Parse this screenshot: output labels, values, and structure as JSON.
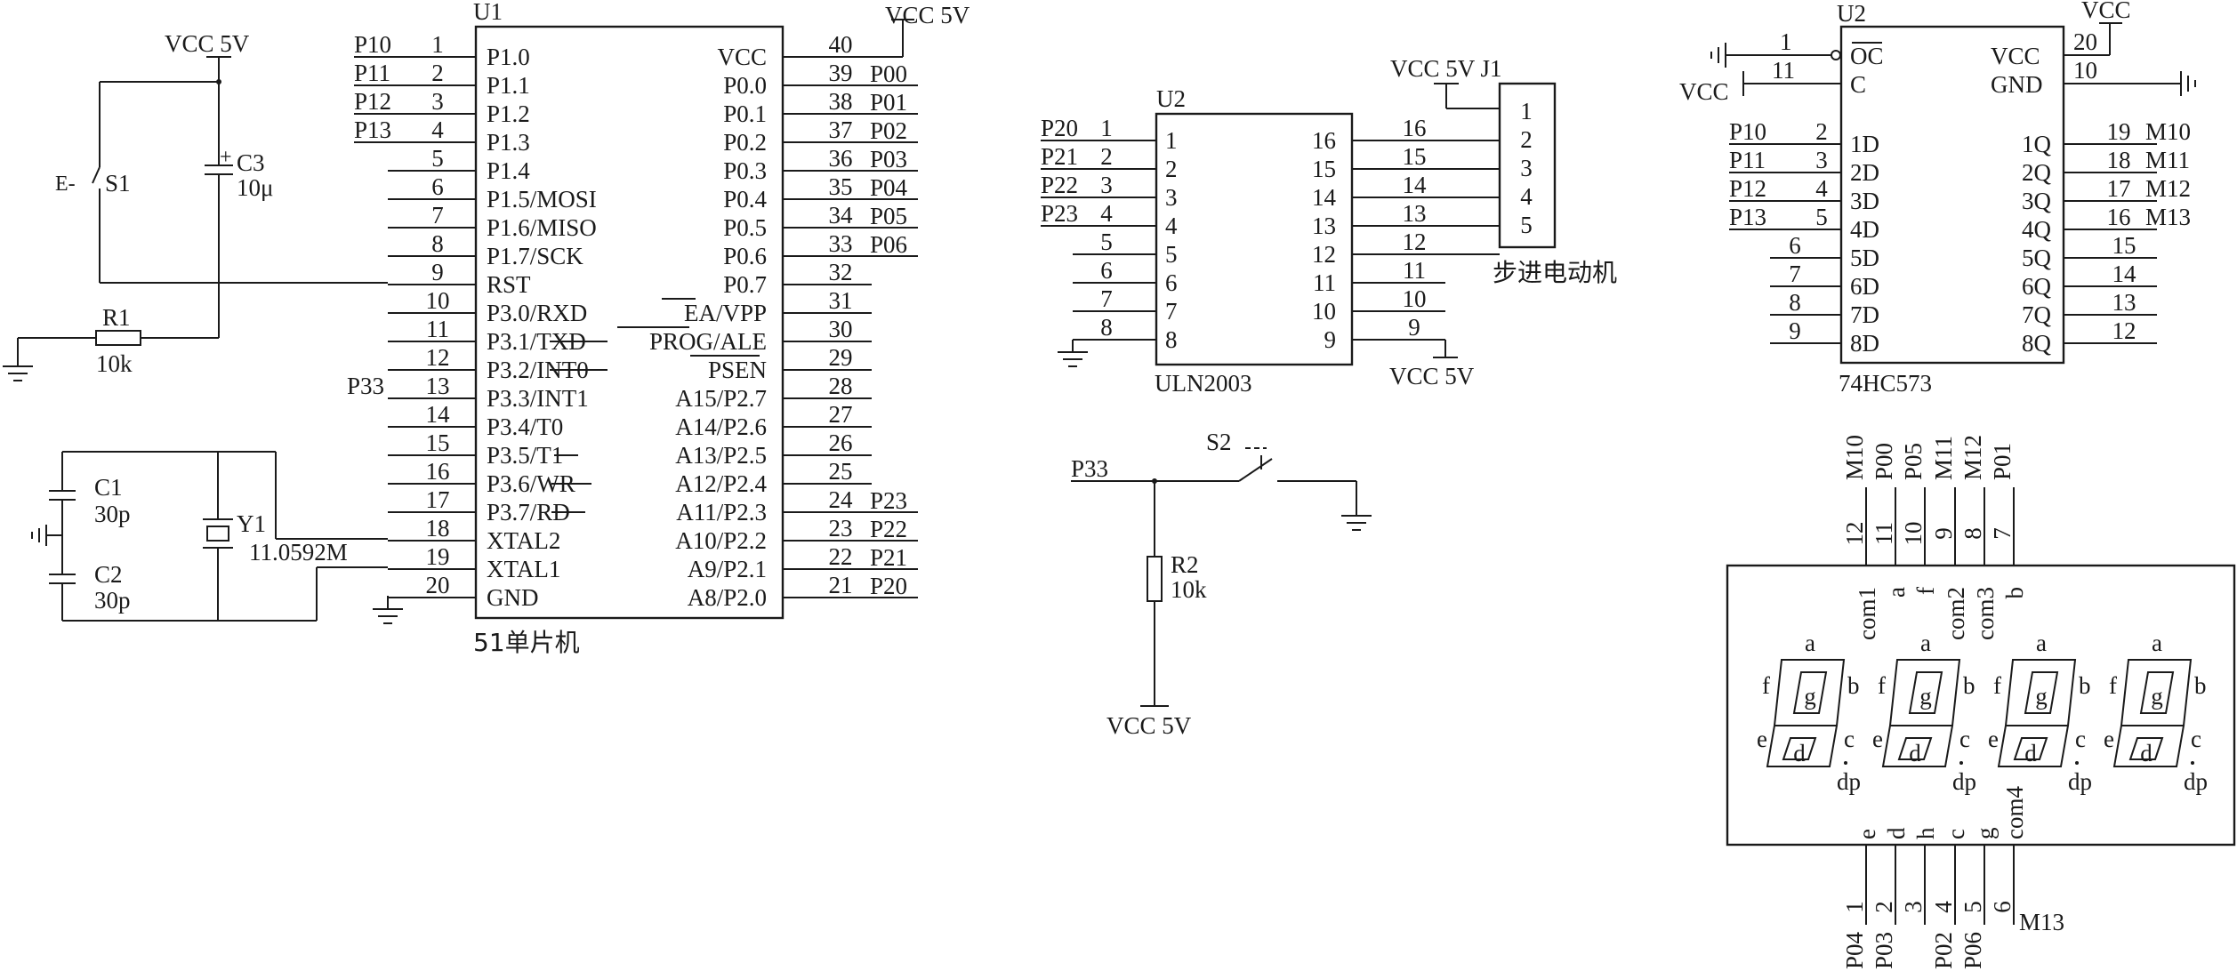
{
  "u1": {
    "ref": "U1",
    "name": "51单片机",
    "left_pins": [
      {
        "num": "1",
        "fn": "P1.0",
        "net": "P10"
      },
      {
        "num": "2",
        "fn": "P1.1",
        "net": "P11"
      },
      {
        "num": "3",
        "fn": "P1.2",
        "net": "P12"
      },
      {
        "num": "4",
        "fn": "P1.3",
        "net": "P13"
      },
      {
        "num": "5",
        "fn": "P1.4",
        "net": ""
      },
      {
        "num": "6",
        "fn": "P1.5/MOSI",
        "net": ""
      },
      {
        "num": "7",
        "fn": "P1.6/MISO",
        "net": ""
      },
      {
        "num": "8",
        "fn": "P1.7/SCK",
        "net": ""
      },
      {
        "num": "9",
        "fn": "RST",
        "net": ""
      },
      {
        "num": "10",
        "fn": "P3.0/RXD",
        "net": ""
      },
      {
        "num": "11",
        "fn": "P3.1/TXD",
        "net": ""
      },
      {
        "num": "12",
        "fn": "P3.2/INT0",
        "net": ""
      },
      {
        "num": "13",
        "fn": "P3.3/INT1",
        "net": "P33"
      },
      {
        "num": "14",
        "fn": "P3.4/T0",
        "net": ""
      },
      {
        "num": "15",
        "fn": "P3.5/T1",
        "net": ""
      },
      {
        "num": "16",
        "fn": "P3.6/WR",
        "net": ""
      },
      {
        "num": "17",
        "fn": "P3.7/RD",
        "net": ""
      },
      {
        "num": "18",
        "fn": "XTAL2",
        "net": ""
      },
      {
        "num": "19",
        "fn": "XTAL1",
        "net": ""
      },
      {
        "num": "20",
        "fn": "GND",
        "net": ""
      }
    ],
    "right_pins": [
      {
        "num": "40",
        "fn": "VCC",
        "net": "VCC 5V"
      },
      {
        "num": "39",
        "fn": "P0.0",
        "net": "P00"
      },
      {
        "num": "38",
        "fn": "P0.1",
        "net": "P01"
      },
      {
        "num": "37",
        "fn": "P0.2",
        "net": "P02"
      },
      {
        "num": "36",
        "fn": "P0.3",
        "net": "P03"
      },
      {
        "num": "35",
        "fn": "P0.4",
        "net": "P04"
      },
      {
        "num": "34",
        "fn": "P0.5",
        "net": "P05"
      },
      {
        "num": "33",
        "fn": "P0.6",
        "net": "P06"
      },
      {
        "num": "32",
        "fn": "P0.7",
        "net": ""
      },
      {
        "num": "31",
        "fn": "EA/VPP",
        "net": ""
      },
      {
        "num": "30",
        "fn": "PROG/ALE",
        "net": ""
      },
      {
        "num": "29",
        "fn": "PSEN",
        "net": ""
      },
      {
        "num": "28",
        "fn": "A15/P2.7",
        "net": ""
      },
      {
        "num": "27",
        "fn": "A14/P2.6",
        "net": ""
      },
      {
        "num": "26",
        "fn": "A13/P2.5",
        "net": ""
      },
      {
        "num": "25",
        "fn": "A12/P2.4",
        "net": ""
      },
      {
        "num": "24",
        "fn": "A11/P2.3",
        "net": "P23"
      },
      {
        "num": "23",
        "fn": "A10/P2.2",
        "net": "P22"
      },
      {
        "num": "22",
        "fn": "A9/P2.1",
        "net": "P21"
      },
      {
        "num": "21",
        "fn": "A8/P2.0",
        "net": "P20"
      }
    ]
  },
  "reset": {
    "vcc": "VCC 5V",
    "switch": "S1",
    "switch_mark": "E-",
    "cap_ref": "C3",
    "cap_value": "10μ",
    "cap_plus": "+",
    "res_ref": "R1",
    "res_value": "10k"
  },
  "crystal": {
    "c1_ref": "C1",
    "c1_value": "30p",
    "c2_ref": "C2",
    "c2_value": "30p",
    "y_ref": "Y1",
    "y_value": "11.0592M"
  },
  "uln": {
    "ref": "U2",
    "name": "ULN2003",
    "left_nums": [
      "1",
      "2",
      "3",
      "4",
      "5",
      "6",
      "7",
      "8"
    ],
    "left_nets": [
      "P20",
      "P21",
      "P22",
      "P23"
    ],
    "right_nums": [
      "16",
      "15",
      "14",
      "13",
      "12",
      "11",
      "10",
      "9"
    ],
    "vcc": "VCC 5V"
  },
  "connector": {
    "label": "VCC 5V J1",
    "pins": [
      "1",
      "2",
      "3",
      "4",
      "5"
    ],
    "caption": "步进电动机"
  },
  "button": {
    "net": "P33",
    "sw_ref": "S2",
    "res_ref": "R2",
    "res_value": "10k",
    "vcc": "VCC 5V"
  },
  "latch": {
    "ref": "U2",
    "name": "74HC573",
    "vcc_top": "VCC",
    "vcc_left": "VCC",
    "pin_oc_fn": "OC",
    "pin_c_fn": "C",
    "pin_vcc_fn": "VCC",
    "pin_gnd_fn": "GND",
    "pin_oc_num": "1",
    "pin_c_num": "11",
    "pin_vcc_num": "20",
    "pin_gnd_num": "10",
    "d_pins": [
      {
        "num": "2",
        "fn": "1D",
        "net": "P10"
      },
      {
        "num": "3",
        "fn": "2D",
        "net": "P11"
      },
      {
        "num": "4",
        "fn": "3D",
        "net": "P12"
      },
      {
        "num": "5",
        "fn": "4D",
        "net": "P13"
      },
      {
        "num": "6",
        "fn": "5D",
        "net": ""
      },
      {
        "num": "7",
        "fn": "6D",
        "net": ""
      },
      {
        "num": "8",
        "fn": "7D",
        "net": ""
      },
      {
        "num": "9",
        "fn": "8D",
        "net": ""
      }
    ],
    "q_pins": [
      {
        "num": "19",
        "fn": "1Q",
        "net": "M10"
      },
      {
        "num": "18",
        "fn": "2Q",
        "net": "M11"
      },
      {
        "num": "17",
        "fn": "3Q",
        "net": "M12"
      },
      {
        "num": "16",
        "fn": "4Q",
        "net": "M13"
      },
      {
        "num": "15",
        "fn": "5Q",
        "net": ""
      },
      {
        "num": "14",
        "fn": "6Q",
        "net": ""
      },
      {
        "num": "13",
        "fn": "7Q",
        "net": ""
      },
      {
        "num": "12",
        "fn": "8Q",
        "net": ""
      }
    ]
  },
  "display": {
    "top_pins": [
      {
        "num": "12",
        "fn": "com1",
        "net": "M10"
      },
      {
        "num": "11",
        "fn": "a",
        "net": "P00"
      },
      {
        "num": "10",
        "fn": "f",
        "net": "P05"
      },
      {
        "num": "9",
        "fn": "com2",
        "net": "M11"
      },
      {
        "num": "8",
        "fn": "com3",
        "net": "M12"
      },
      {
        "num": "7",
        "fn": "b",
        "net": "P01"
      }
    ],
    "bottom_pins": [
      {
        "num": "1",
        "fn": "e",
        "net": "P04"
      },
      {
        "num": "2",
        "fn": "d",
        "net": "P03"
      },
      {
        "num": "3",
        "fn": "h",
        "net": ""
      },
      {
        "num": "4",
        "fn": "c",
        "net": "P02"
      },
      {
        "num": "5",
        "fn": "g",
        "net": "P06"
      },
      {
        "num": "6",
        "fn": "com4",
        "net": "M13"
      }
    ],
    "segments": [
      "a",
      "b",
      "c",
      "d",
      "e",
      "f",
      "g",
      "dp"
    ],
    "digit_count": 4
  }
}
